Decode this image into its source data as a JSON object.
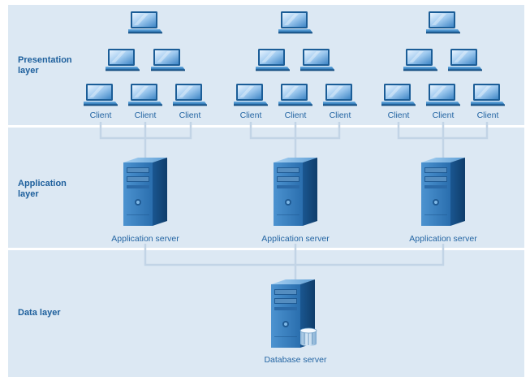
{
  "layers": [
    {
      "id": "presentation",
      "label_line1": "Presentation",
      "label_line2": "layer"
    },
    {
      "id": "application",
      "label_line1": "Application",
      "label_line2": "layer"
    },
    {
      "id": "data",
      "label_line1": "Data layer",
      "label_line2": ""
    }
  ],
  "client_label": "Client",
  "app_server_label": "Application server",
  "db_server_label": "Database server",
  "colors": {
    "band": "#dce8f3",
    "connector": "#c2d4e6",
    "label": "#1d5f9c",
    "device_dark": "#1b5d97",
    "device_light": "#5aa1d8"
  },
  "icons": [
    "laptop-icon",
    "server-tower-icon",
    "database-icon"
  ]
}
